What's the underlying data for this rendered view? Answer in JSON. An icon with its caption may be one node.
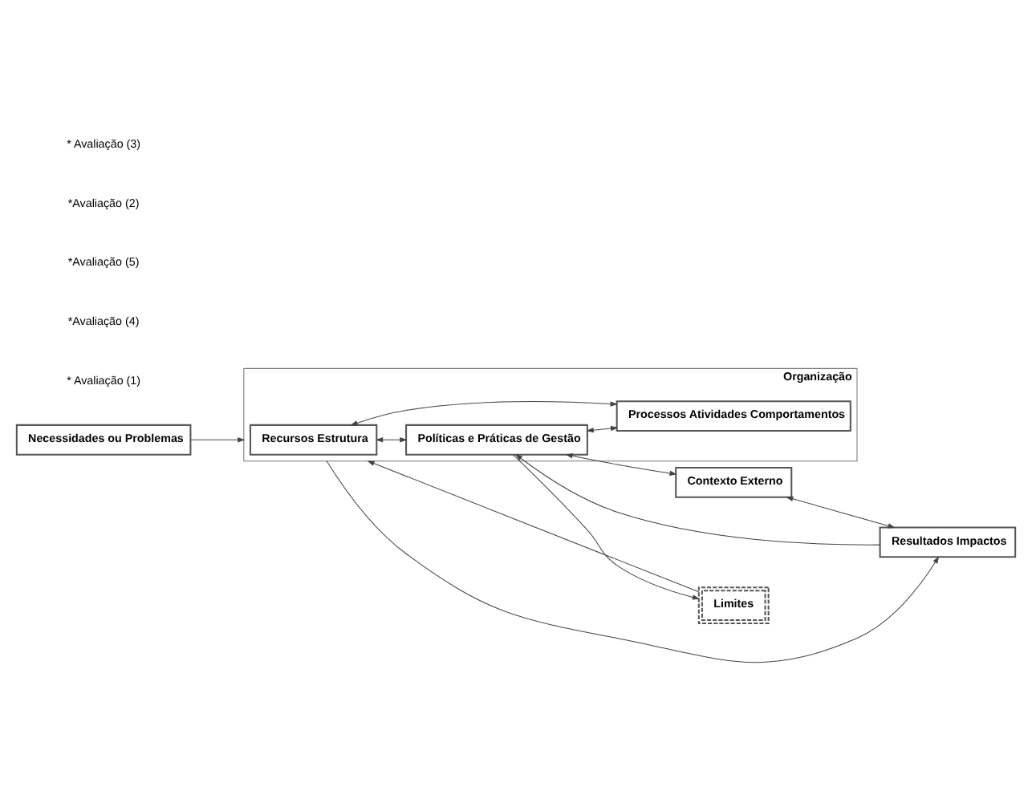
{
  "diagram": {
    "nodes": [
      {
        "text": [
          "Organização"
        ]
      },
      {
        "text": [
          "Limites"
        ]
      },
      {
        "text": [
          "Recursos Estrutura"
        ],
        "in": 0
      },
      {
        "text": [
          "Políticas e Práticas de Gestão"
        ],
        "in": 0
      },
      {
        "text": [
          "Necessidades ou Problemas"
        ]
      },
      {
        "text": [
          "Processos Atividades Comportamentos"
        ],
        "in": 0
      },
      {
        "text": [
          "Contexto Externo"
        ]
      },
      {
        "text": [
          "Resultados Impactos"
        ]
      }
    ],
    "edges": [
      {
        "from": 1,
        "to": 0,
        "arrow": "to"
      },
      {
        "from": 3,
        "to": 1,
        "arrow": "to"
      },
      {
        "from": 2,
        "to": 3,
        "arrow": "both"
      },
      {
        "from": 2,
        "to": 5,
        "arrow": "both"
      },
      {
        "from": 4,
        "to": 0,
        "arrow": "to"
      },
      {
        "from": 3,
        "to": 5,
        "arrow": "both"
      },
      {
        "from": 3,
        "to": 6,
        "arrow": "both"
      },
      {
        "from": 0,
        "to": 7,
        "arrow": "to"
      },
      {
        "from": 7,
        "to": 3,
        "arrow": "to"
      },
      {
        "from": 6,
        "to": 7,
        "arrow": "both"
      }
    ],
    "labels": [
      "* Avaliação (1)",
      "*Avaliação (4)",
      "*Avaliação (5)",
      "*Avaliação (2)",
      "* Avaliação (3)"
    ]
  }
}
